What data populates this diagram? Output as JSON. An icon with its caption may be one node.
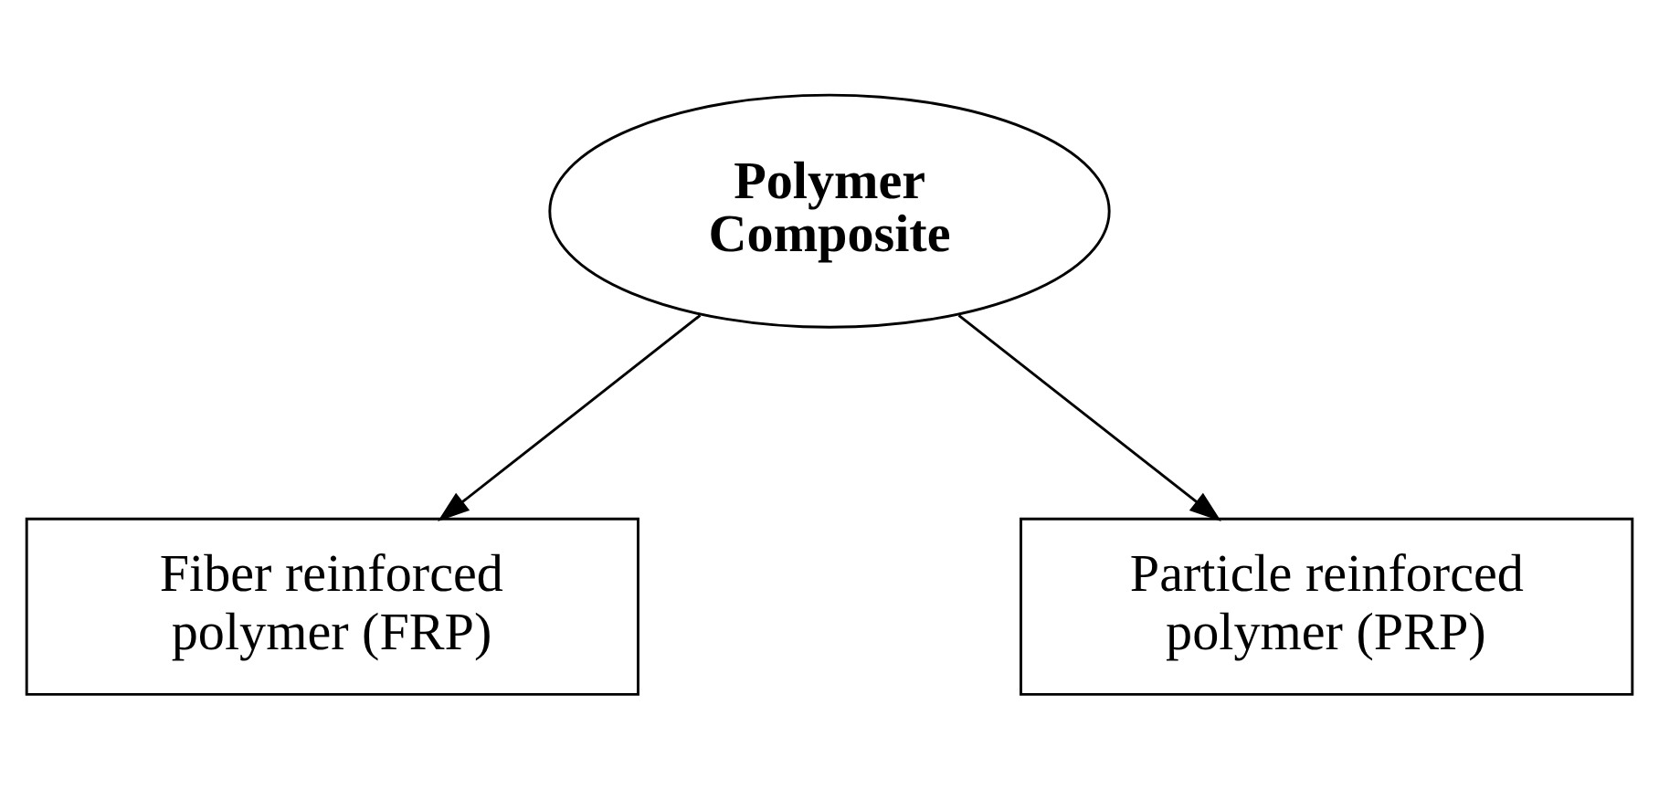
{
  "diagram": {
    "nodes": [
      {
        "text": [
          "Polymer Composite"
        ]
      },
      {
        "text": [
          "Fiber reinforced polymer (FRP)"
        ]
      },
      {
        "text": [
          "Particle reinforced polymer (PRP)"
        ]
      }
    ],
    "edges": [
      {
        "from": 0,
        "to": 1,
        "arrow": "to"
      },
      {
        "from": 0,
        "to": 2,
        "arrow": "to"
      }
    ]
  }
}
